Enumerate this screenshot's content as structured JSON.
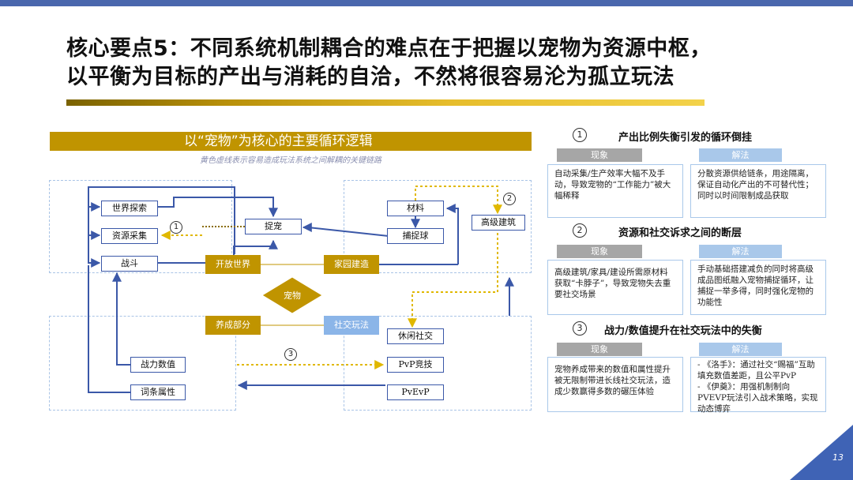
{
  "title": {
    "line1": "核心要点5：不同系统机制耦合的难点在于把握以宠物为资源中枢，",
    "line2": "以平衡为目标的产出与消耗的自洽，不然将很容易沦为孤立玩法"
  },
  "diagram": {
    "header": "以“宠物”为核心的主要循环逻辑",
    "note": "黄色虚线表示容易造成玩法系统之间解耦的关键链路",
    "left_nodes": {
      "world_explore": "世界探索",
      "resource_gather": "资源采集",
      "battle": "战斗"
    },
    "center_nodes": {
      "pet_catch": "捉宠"
    },
    "right_nodes": {
      "material": "材料",
      "capture_ball": "捕捉球",
      "advanced_build": "高级建筑"
    },
    "hubs": {
      "open_world": "开放世界",
      "home_build": "家园建造",
      "pet": "宠物",
      "nurture": "养成部分",
      "social_play": "社交玩法"
    },
    "bottom_left_nodes": {
      "combat_value": "战力数值",
      "affix_attr": "词条属性"
    },
    "bottom_right_nodes": {
      "casual_social": "休闲社交",
      "pvp": "PvP竞技",
      "pvevp": "PvEvP"
    },
    "markers": {
      "m1": "1",
      "m2": "2",
      "m3": "3"
    }
  },
  "sections": [
    {
      "num": "1",
      "title": "产出比例失衡引发的循环倒挂",
      "phenomenon_label": "现象",
      "solution_label": "解法",
      "phenomenon": "自动采集/生产效率大幅不及手动，导致宠物的“工作能力”被大幅稀释",
      "solution": "分散资源供给链条，用途隔离，保证自动化产出的不可替代性；同时以时间限制成品获取"
    },
    {
      "num": "2",
      "title": "资源和社交诉求之间的断层",
      "phenomenon_label": "现象",
      "solution_label": "解法",
      "phenomenon": "高级建筑/家具/建设所需原材料获取“卡脖子”，导致宠物失去重要社交场景",
      "solution": "手动基础搭建减负的同时将高级成品图纸融入宠物捕捉循环，让捕捉一举多得，同时强化宠物的功能性"
    },
    {
      "num": "3",
      "title": "战力/数值提升在社交玩法中的失衡",
      "phenomenon_label": "现象",
      "solution_label": "解法",
      "phenomenon": "宠物养成带来的数值和属性提升被无限制带进长线社交玩法，造成少数赢得多数的碾压体验",
      "solution": "- 《洛手》：通过社交“赐福”互助填充数值差距，且公平PvP\n- 《伊奠》：用强机制制向PVEVP玩法引入战术策略，实现动态博弈"
    }
  ],
  "page_number": "13",
  "colors": {
    "accent_blue": "#4a67ad",
    "accent_gold": "#c09400",
    "light_blue": "#8bb5e8",
    "line_blue": "#3b58a8"
  }
}
